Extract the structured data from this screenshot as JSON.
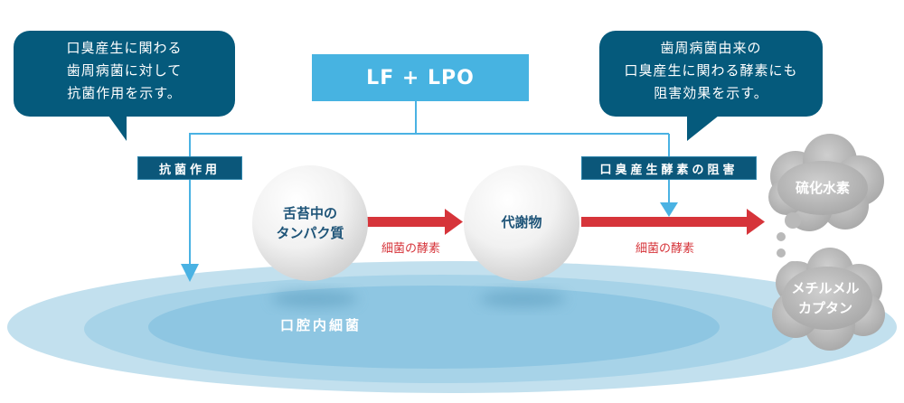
{
  "colors": {
    "bubble": "#055a7c",
    "main_box": "#47b3e1",
    "tag": "#0b577a",
    "connector": "#4ab2e3",
    "arrow_red": "#d6343a",
    "ellipse_outer": "#c2e0ee",
    "ellipse_mid": "#a7d3e8",
    "ellipse_inner": "#8ec6e2",
    "cloud": "#b3b3b3"
  },
  "left_bubble": {
    "lines": [
      "口臭産生に関わる",
      "歯周病菌に対して",
      "抗菌作用を示す。"
    ]
  },
  "right_bubble": {
    "lines": [
      "歯周病菌由来の",
      "口臭産生に関わる酵素にも",
      "阻害効果を示す。"
    ]
  },
  "main_box": {
    "label": "LF + LPO"
  },
  "tags": {
    "antibacterial": "抗菌作用",
    "enzyme_inhibition": "口臭産生酵素の阻害"
  },
  "spheres": {
    "protein": {
      "lines": [
        "舌苔中の",
        "タンパク質"
      ]
    },
    "metabolite": {
      "lines": [
        "代謝物"
      ]
    }
  },
  "arrows": {
    "first_label": "細菌の酵素",
    "second_label": "細菌の酵素"
  },
  "clouds": {
    "hydrogen_sulfide": {
      "lines": [
        "硫化水素"
      ]
    },
    "methyl_mercaptan": {
      "lines": [
        "メチルメル",
        "カプタン"
      ]
    }
  },
  "oral_bacteria": {
    "label": "口腔内細菌"
  }
}
